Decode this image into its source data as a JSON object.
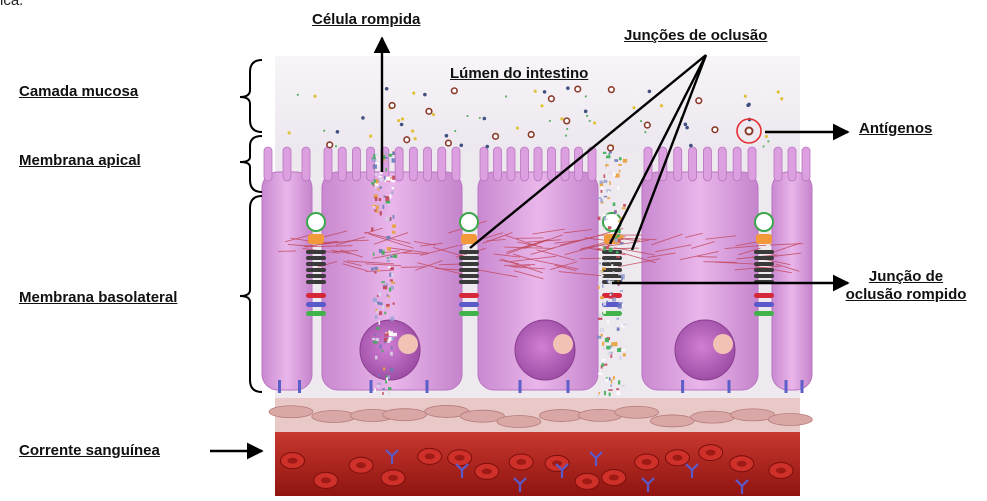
{
  "fragment_text": "ica.",
  "labels": {
    "left": {
      "mucosa": "Camada mucosa",
      "apical": "Membrana apical",
      "basolateral": "Membrana basolateral",
      "blood": "Corrente sanguínea"
    },
    "top": {
      "ruptured_cell": "Célula rompida",
      "lumen": "Lúmen do intestino",
      "tight_junctions": "Junções de oclusão"
    },
    "right": {
      "antigens": "Antígenos",
      "broken_junction_line1": "Junção de",
      "broken_junction_line2": "oclusão rompido"
    }
  },
  "colors": {
    "cell_fill": "#e2a6e4",
    "cell_stroke": "#b875c0",
    "nucleus": "#b05cb6",
    "nucleolus": "#f2c2b4",
    "blood_vessel": "#b22018",
    "blood_wall": "#e4c2c0",
    "lumen_bg": "#f1eef2",
    "actin": "#c1465a",
    "junction_band_dark": "#3a3a3a",
    "junction_band_red": "#d5263a",
    "junction_band_blue": "#5a5ac8",
    "junction_band_green": "#42b34a",
    "junction_cap": "#f29a3a",
    "antigen_ring": "#e53030",
    "arrow": "#000000"
  },
  "icons": [
    "antigen-particle",
    "red-blood-cell",
    "antibody-y"
  ]
}
